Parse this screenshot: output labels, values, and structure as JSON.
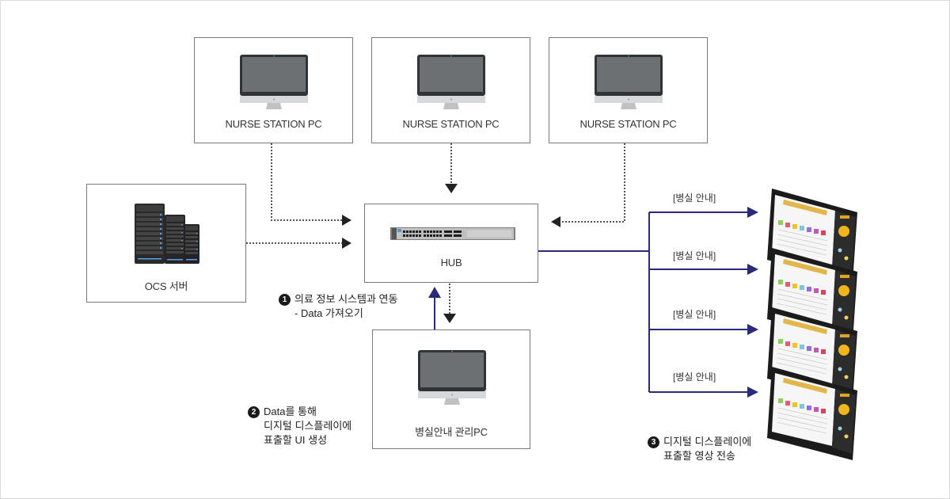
{
  "nodes": {
    "nurse_station_1": {
      "label": "NURSE STATION PC",
      "icon": "monitor-icon"
    },
    "nurse_station_2": {
      "label": "NURSE STATION PC",
      "icon": "monitor-icon"
    },
    "nurse_station_3": {
      "label": "NURSE STATION PC",
      "icon": "monitor-icon"
    },
    "ocs_server": {
      "label": "OCS 서버",
      "icon": "server-rack-icon"
    },
    "hub": {
      "label": "HUB",
      "icon": "network-switch-icon"
    },
    "ward_pc": {
      "label": "병실안내 관리PC",
      "icon": "monitor-icon"
    }
  },
  "notes": [
    {
      "number": "1",
      "lines": [
        "의료 정보 시스템과 연동",
        "- Data 가져오기"
      ]
    },
    {
      "number": "2",
      "lines": [
        "Data를 통해",
        "디지털 디스플레이에",
        "표출할 UI 생성"
      ]
    },
    {
      "number": "3",
      "lines": [
        "디지털 디스플레이에",
        "표출할 영상 전송"
      ]
    }
  ],
  "display_links": [
    {
      "label": "[병실 안내]"
    },
    {
      "label": "[병실 안내]"
    },
    {
      "label": "[병실 안내]"
    },
    {
      "label": "[병실 안내]"
    }
  ],
  "colors": {
    "dotted_line": "#555555",
    "solid_link": "#2b2a7a",
    "box_border": "#7a7a7a"
  }
}
